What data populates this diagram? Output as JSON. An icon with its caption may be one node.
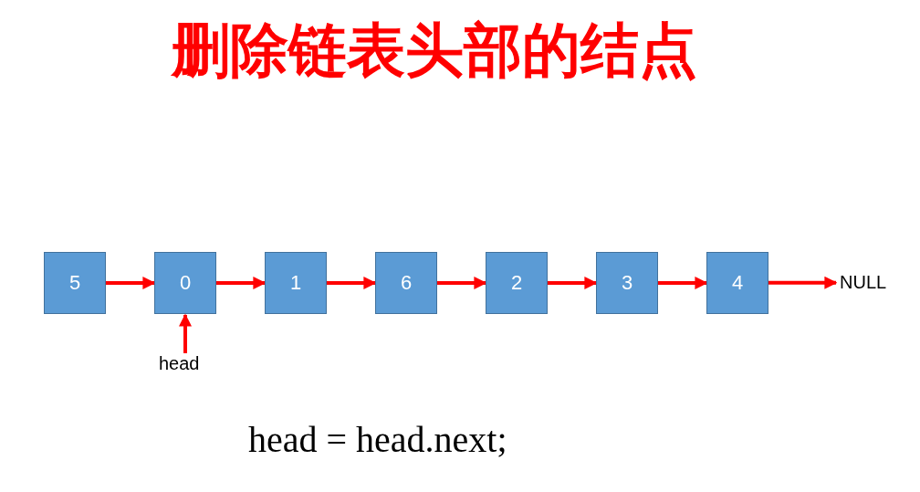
{
  "diagram": {
    "title": "删除链表头部的结点",
    "nodes": [
      {
        "text": [
          "5"
        ]
      },
      {
        "text": [
          "0"
        ]
      },
      {
        "text": [
          "1"
        ]
      },
      {
        "text": [
          "6"
        ]
      },
      {
        "text": [
          "2"
        ]
      },
      {
        "text": [
          "3"
        ]
      },
      {
        "text": [
          "4"
        ]
      },
      {
        "text": [
          "NULL"
        ]
      },
      {
        "text": [
          "head"
        ]
      }
    ],
    "edges": [
      {
        "from": 0,
        "to": 1,
        "arrow": "to"
      },
      {
        "from": 1,
        "to": 2,
        "arrow": "to"
      },
      {
        "from": 2,
        "to": 3,
        "arrow": "to"
      },
      {
        "from": 3,
        "to": 4,
        "arrow": "to"
      },
      {
        "from": 4,
        "to": 5,
        "arrow": "to"
      },
      {
        "from": 5,
        "to": 6,
        "arrow": "to"
      },
      {
        "from": 6,
        "to": 7,
        "arrow": "to"
      },
      {
        "from": 8,
        "to": 1,
        "arrow": "to"
      }
    ],
    "labels": [
      "head = head.next;"
    ]
  }
}
